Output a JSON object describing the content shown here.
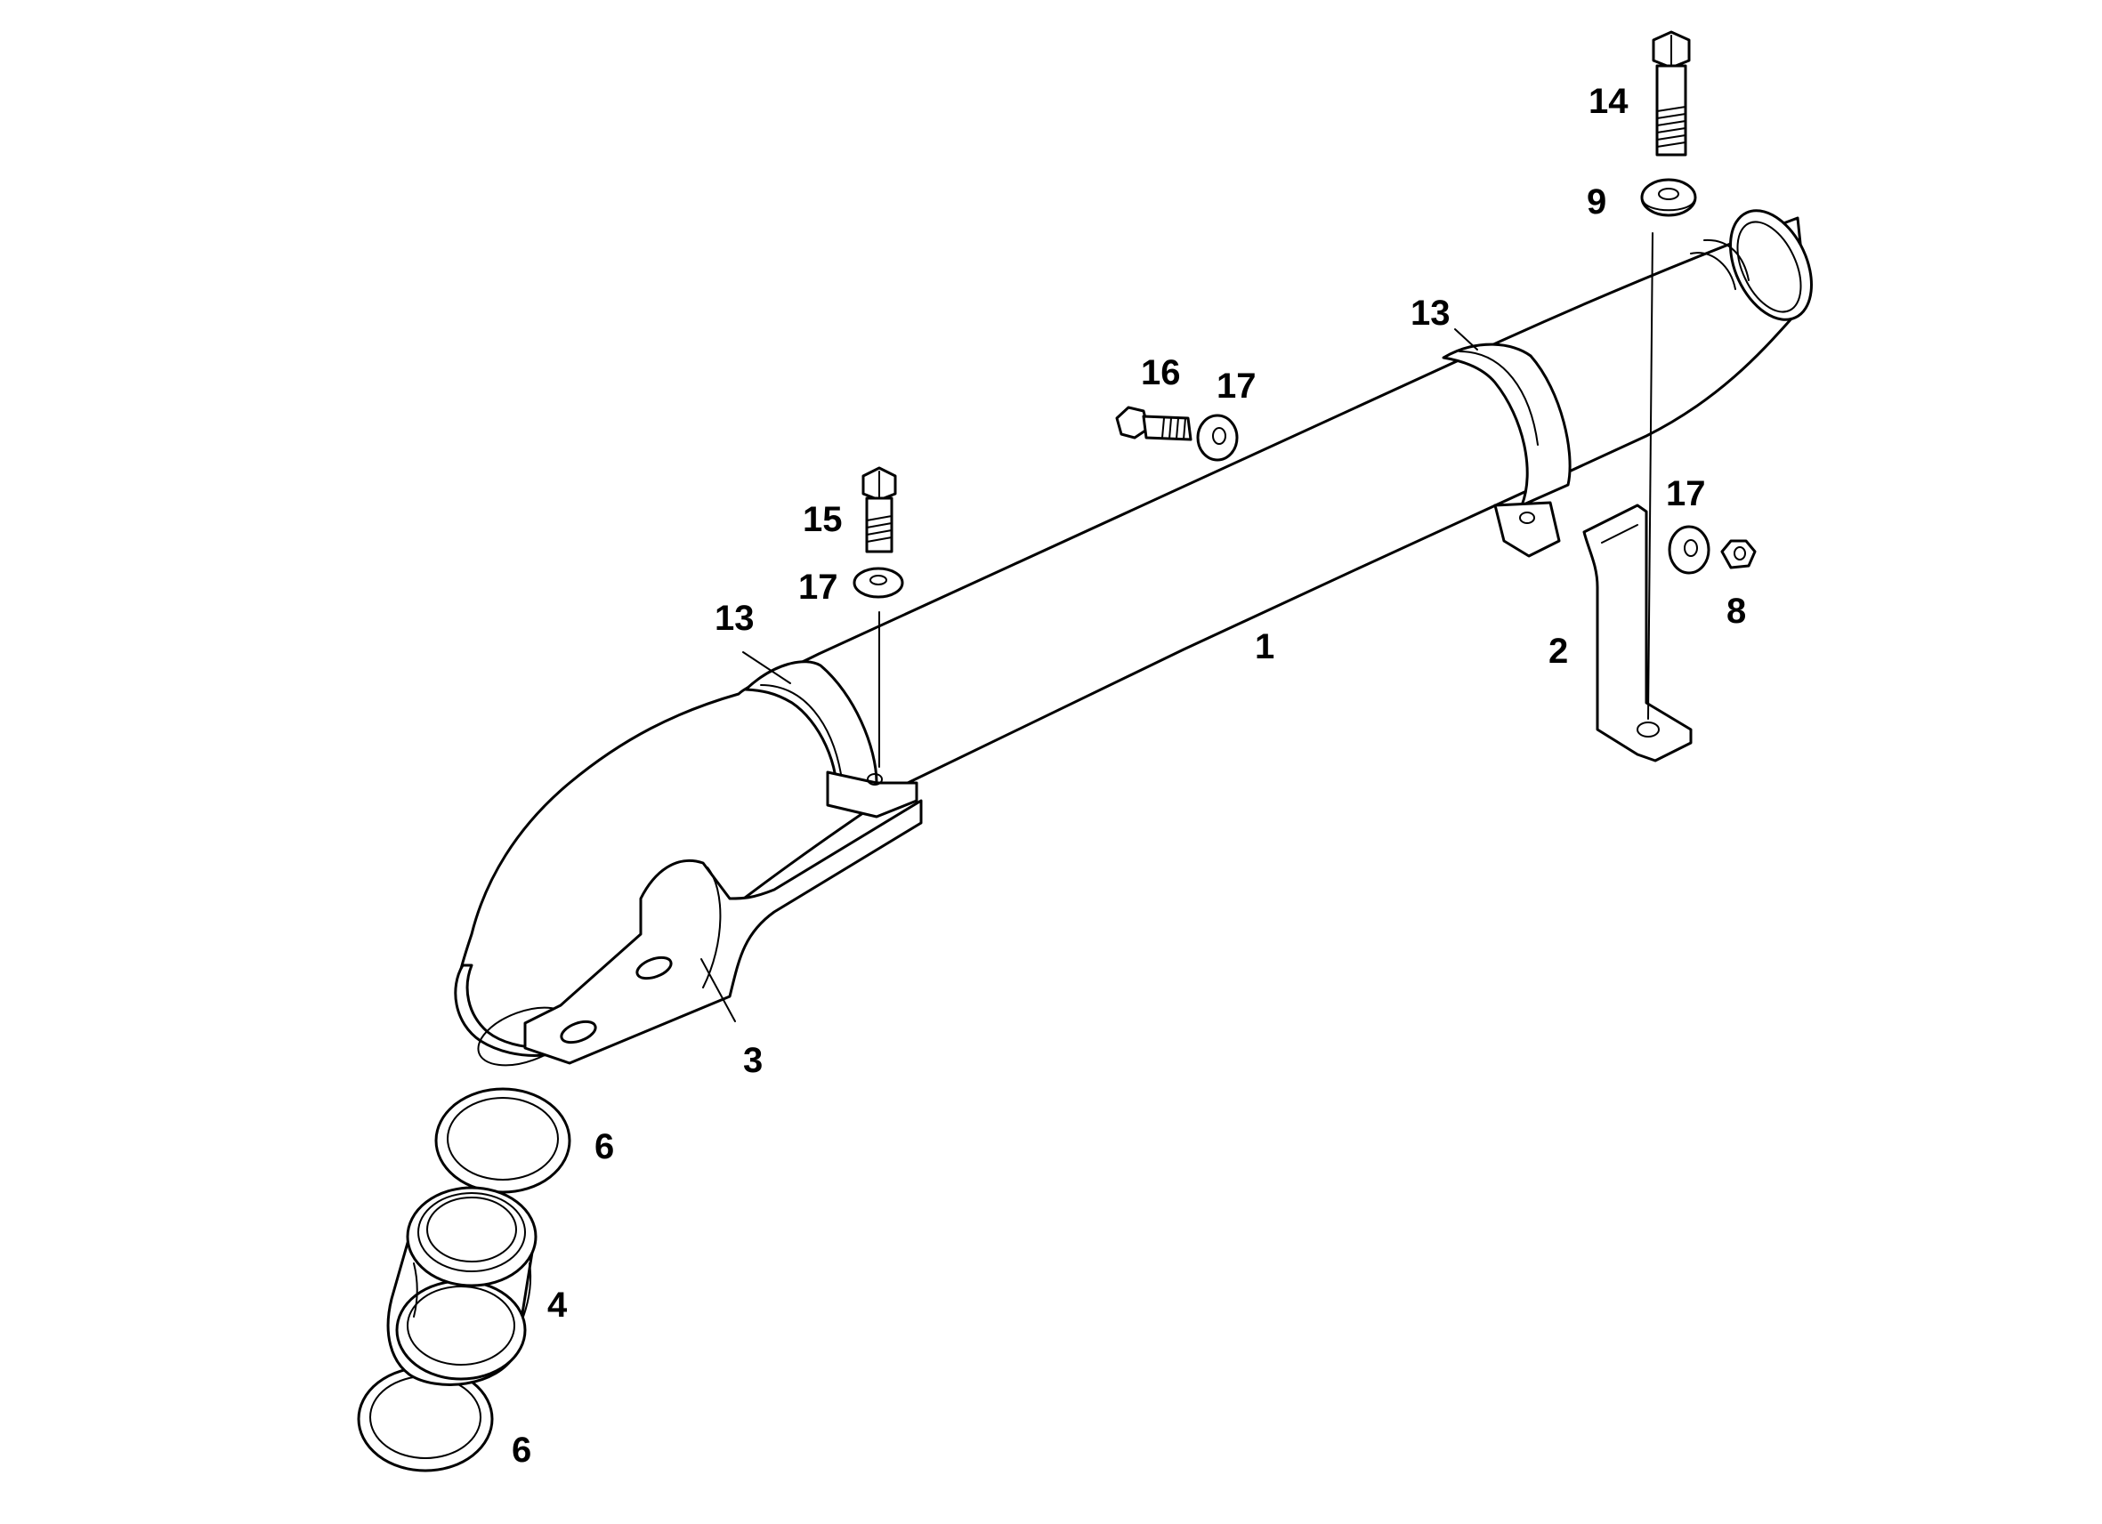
{
  "diagram": {
    "callouts": {
      "c1": "1",
      "c2": "2",
      "c3": "3",
      "c4": "4",
      "c6a": "6",
      "c6b": "6",
      "c8": "8",
      "c9": "9",
      "c13a": "13",
      "c13b": "13",
      "c14": "14",
      "c15": "15",
      "c16": "16",
      "c17a": "17",
      "c17b": "17",
      "c17c": "17"
    }
  },
  "colors": {
    "line": "#000000",
    "background": "#ffffff"
  }
}
